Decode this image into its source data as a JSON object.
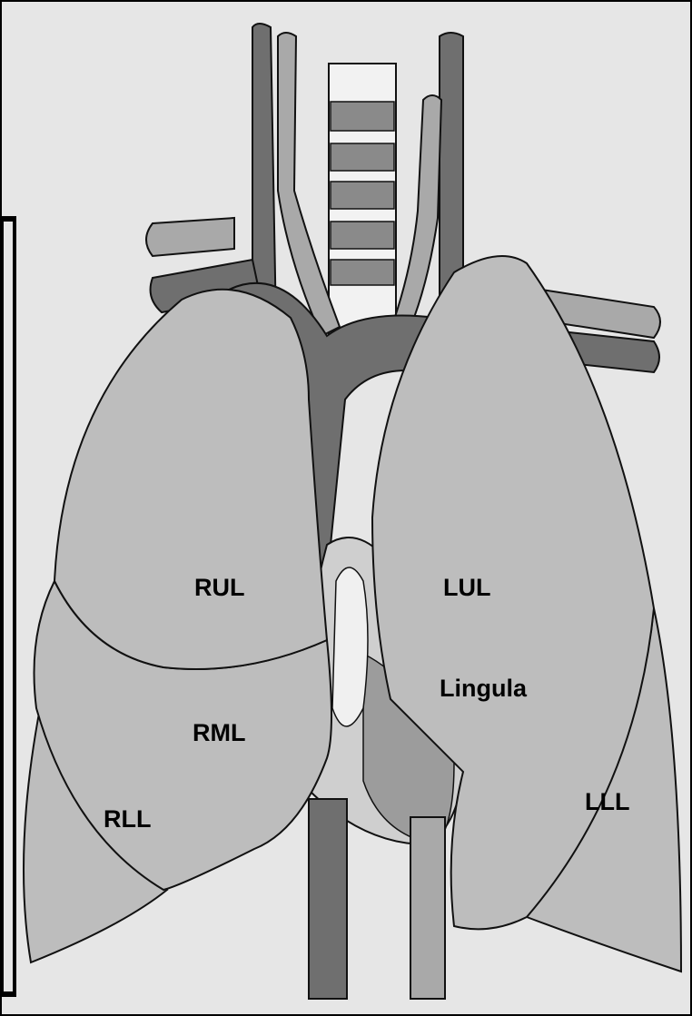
{
  "labels": {
    "rul": "RUL",
    "rml": "RML",
    "rll": "RLL",
    "lul": "LUL",
    "lingula": "Lingula",
    "lll": "LLL"
  },
  "colors": {
    "background": "#e6e6e6",
    "lung": "#bdbdbd",
    "lung_dark": "#a9a9a9",
    "vessel": "#6f6f6f",
    "vessel_light": "#9a9a9a",
    "outline": "#111111",
    "heart": "#cfcfcf",
    "heart_shade": "#9c9c9c"
  }
}
